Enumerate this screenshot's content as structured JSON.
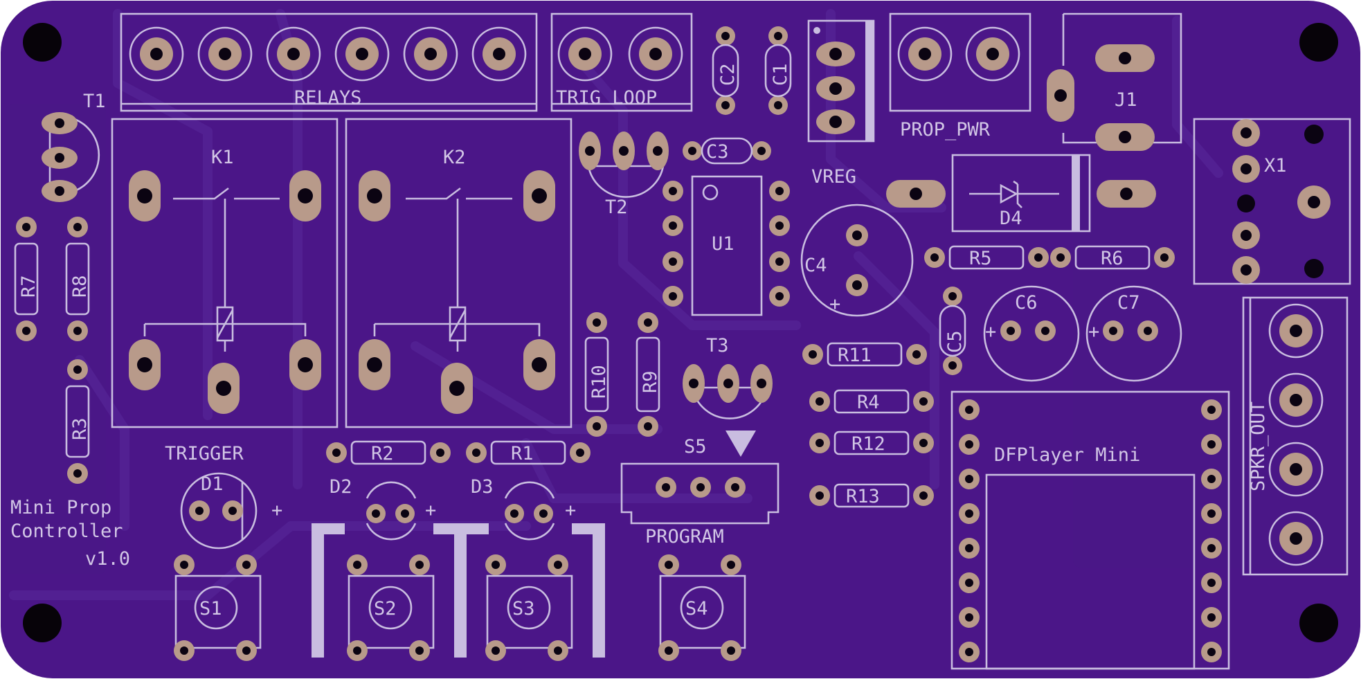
{
  "board": {
    "title_lines": [
      "Mini Prop",
      "Controller",
      "v1.0"
    ],
    "colors": {
      "soldermask": "#4b1688",
      "silkscreen": "#c9bde0",
      "copper_pad": "#b89a8a",
      "drill": "#0b0412"
    }
  },
  "labels": {
    "relays": "RELAYS",
    "trig_loop": "TRIG LOOP",
    "vreg": "VREG",
    "prop_pwr": "PROP_PWR",
    "j1": "J1",
    "x1": "X1",
    "t1": "T1",
    "t2": "T2",
    "t3": "T3",
    "k1": "K1",
    "k2": "K2",
    "c1": "C1",
    "c2": "C2",
    "c3": "C3",
    "c4": "C4",
    "c5": "C5",
    "c6": "C6",
    "c7": "C7",
    "u1": "U1",
    "d1": "D1",
    "d2": "D2",
    "d3": "D3",
    "d4": "D4",
    "r1": "R1",
    "r2": "R2",
    "r3": "R3",
    "r4": "R4",
    "r5": "R5",
    "r6": "R6",
    "r7": "R7",
    "r8": "R8",
    "r9": "R9",
    "r10": "R10",
    "r11": "R11",
    "r12": "R12",
    "r13": "R13",
    "s1": "S1",
    "s2": "S2",
    "s3": "S3",
    "s4": "S4",
    "s5": "S5",
    "trigger": "TRIGGER",
    "program": "PROGRAM",
    "dfplayer": "DFPlayer Mini",
    "spkr_out": "SPKR_OUT",
    "plus": "+"
  }
}
